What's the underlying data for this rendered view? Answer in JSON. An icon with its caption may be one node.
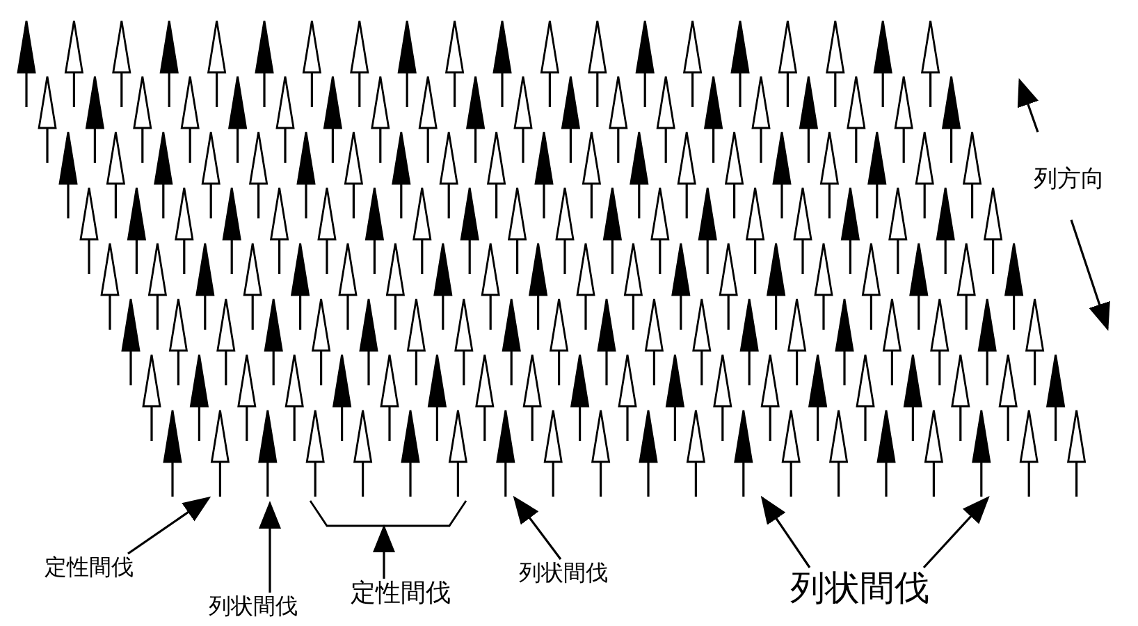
{
  "diagram": {
    "nodes": [
      {
        "text": [
          "定性間伐"
        ]
      },
      {
        "text": [
          "列状間伐"
        ]
      },
      {
        "text": [
          "定性間伐"
        ]
      },
      {
        "text": [
          "列状間伐"
        ]
      },
      {
        "text": [
          "列状間伐"
        ]
      },
      {
        "text": [],
        "shape": "bracket"
      }
    ],
    "edges": [
      {
        "from": 0,
        "to": null,
        "arrow": "to"
      },
      {
        "from": 1,
        "to": null,
        "arrow": "to"
      },
      {
        "from": 2,
        "to": 5,
        "arrow": "to"
      },
      {
        "from": 3,
        "to": null,
        "arrow": "to"
      },
      {
        "from": 4,
        "to": null,
        "arrow": "to"
      },
      {
        "from": 4,
        "to": null,
        "arrow": "to"
      }
    ],
    "labels": [
      "列方向"
    ]
  }
}
